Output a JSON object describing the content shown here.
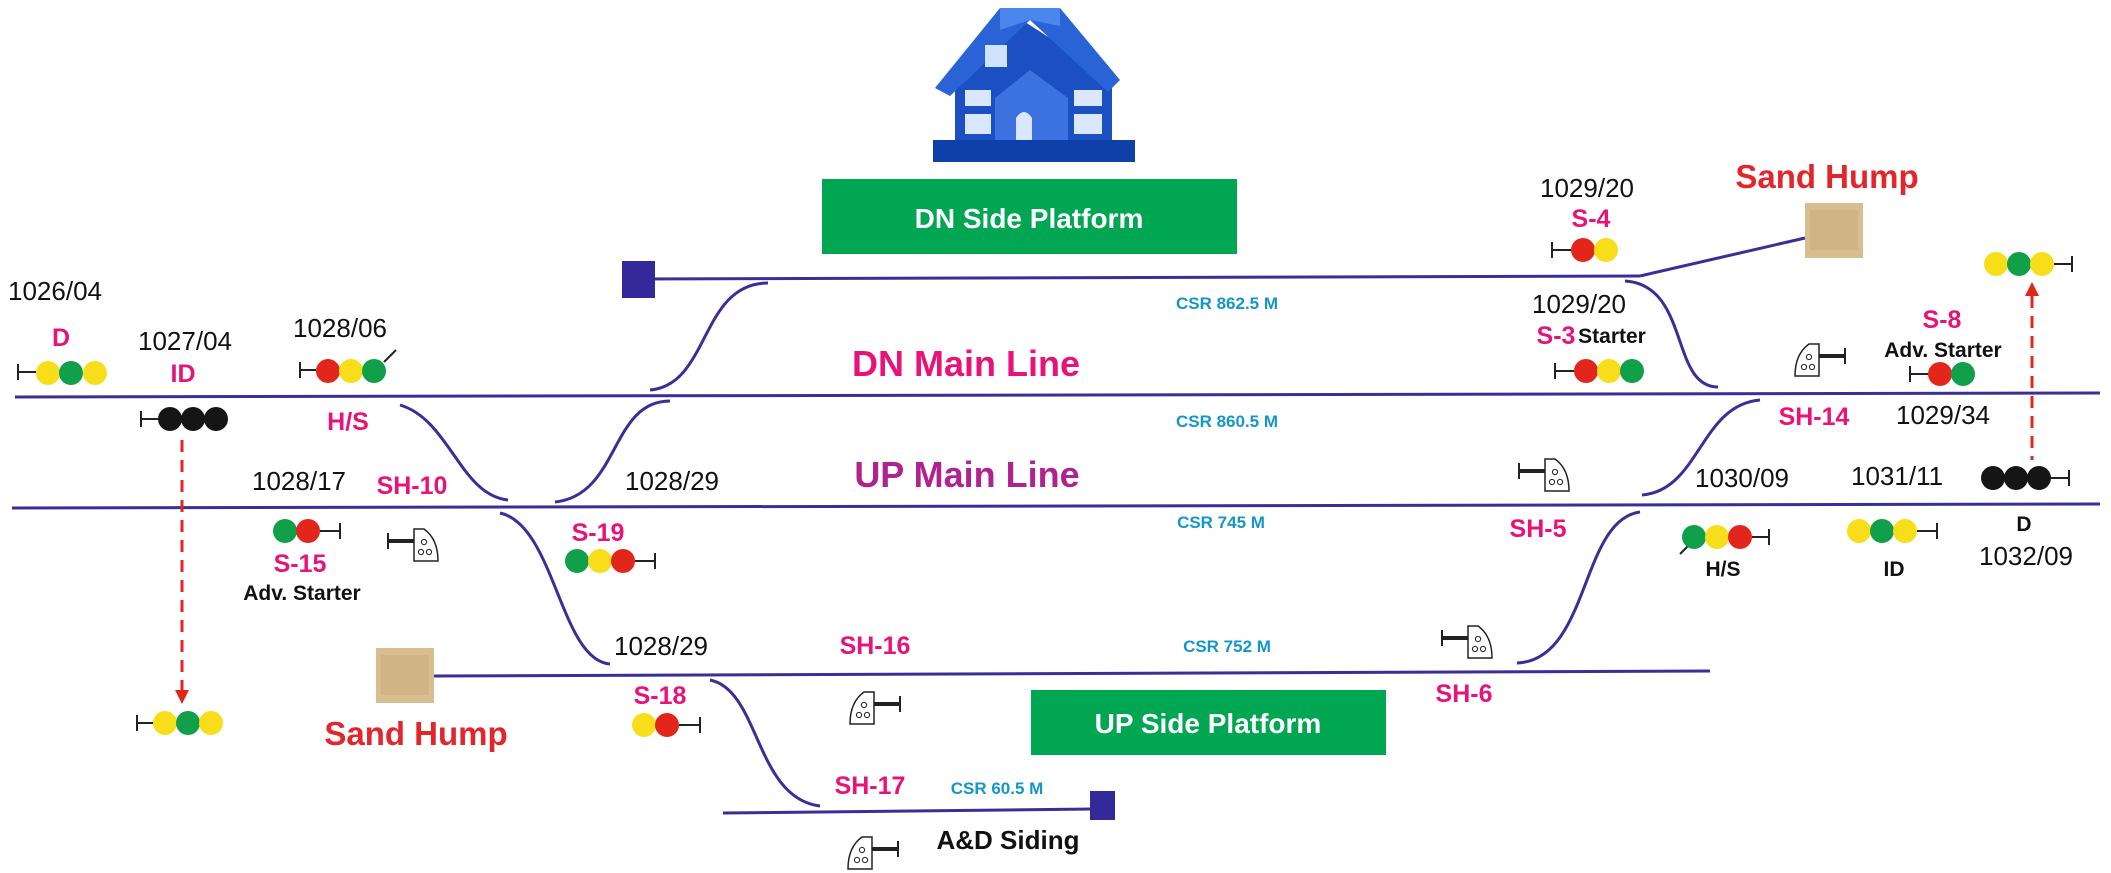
{
  "building": {
    "icon": "station-building-icon"
  },
  "platforms": {
    "dn_side": "DN Side Platform",
    "up_side": "UP Side Platform"
  },
  "lines": {
    "dn_main": "DN Main Line",
    "up_main": "UP Main Line",
    "siding": "A&D Siding"
  },
  "csr": {
    "dn_loop": "CSR 862.5 M",
    "dn_main": "CSR 860.5 M",
    "up_main": "CSR 745 M",
    "up_loop": "CSR 752 M",
    "siding": "CSR 60.5 M"
  },
  "humps": {
    "right": "Sand Hump",
    "left": "Sand Hump"
  },
  "km": {
    "k1026_04": "1026/04",
    "k1027_04": "1027/04",
    "k1028_06": "1028/06",
    "k1028_17": "1028/17",
    "k1028_29_a": "1028/29",
    "k1028_29_b": "1028/29",
    "k1029_20_a": "1029/20",
    "k1029_20_b": "1029/20",
    "k1029_34": "1029/34",
    "k1030_09": "1030/09",
    "k1031_11": "1031/11",
    "k1032_09": "1032/09"
  },
  "signals": {
    "d_left": "D",
    "id_left": "ID",
    "hs_left": "H/S",
    "s15": "S-15",
    "s15_type": "Adv. Starter",
    "s19": "S-19",
    "s18": "S-18",
    "s4": "S-4",
    "s3": "S-3",
    "s3_type": "Starter",
    "s8": "S-8",
    "s8_type": "Adv. Starter",
    "hs_right": "H/S",
    "id_right": "ID",
    "d_right": "D"
  },
  "points": {
    "sh10": "SH-10",
    "sh16": "SH-16",
    "sh17": "SH-17",
    "sh5": "SH-5",
    "sh6": "SH-6",
    "sh14": "SH-14"
  },
  "colors": {
    "track": "#3a2f96",
    "red": "#e2261c",
    "yellow": "#f8de1a",
    "green": "#10a04a",
    "black": "#151515",
    "platform": "#00a651",
    "magenta": "#e8137a",
    "purple": "#b0238e",
    "csr_blue": "#1496c9",
    "hump_red": "#e3262c",
    "stop_block": "#33299a"
  }
}
